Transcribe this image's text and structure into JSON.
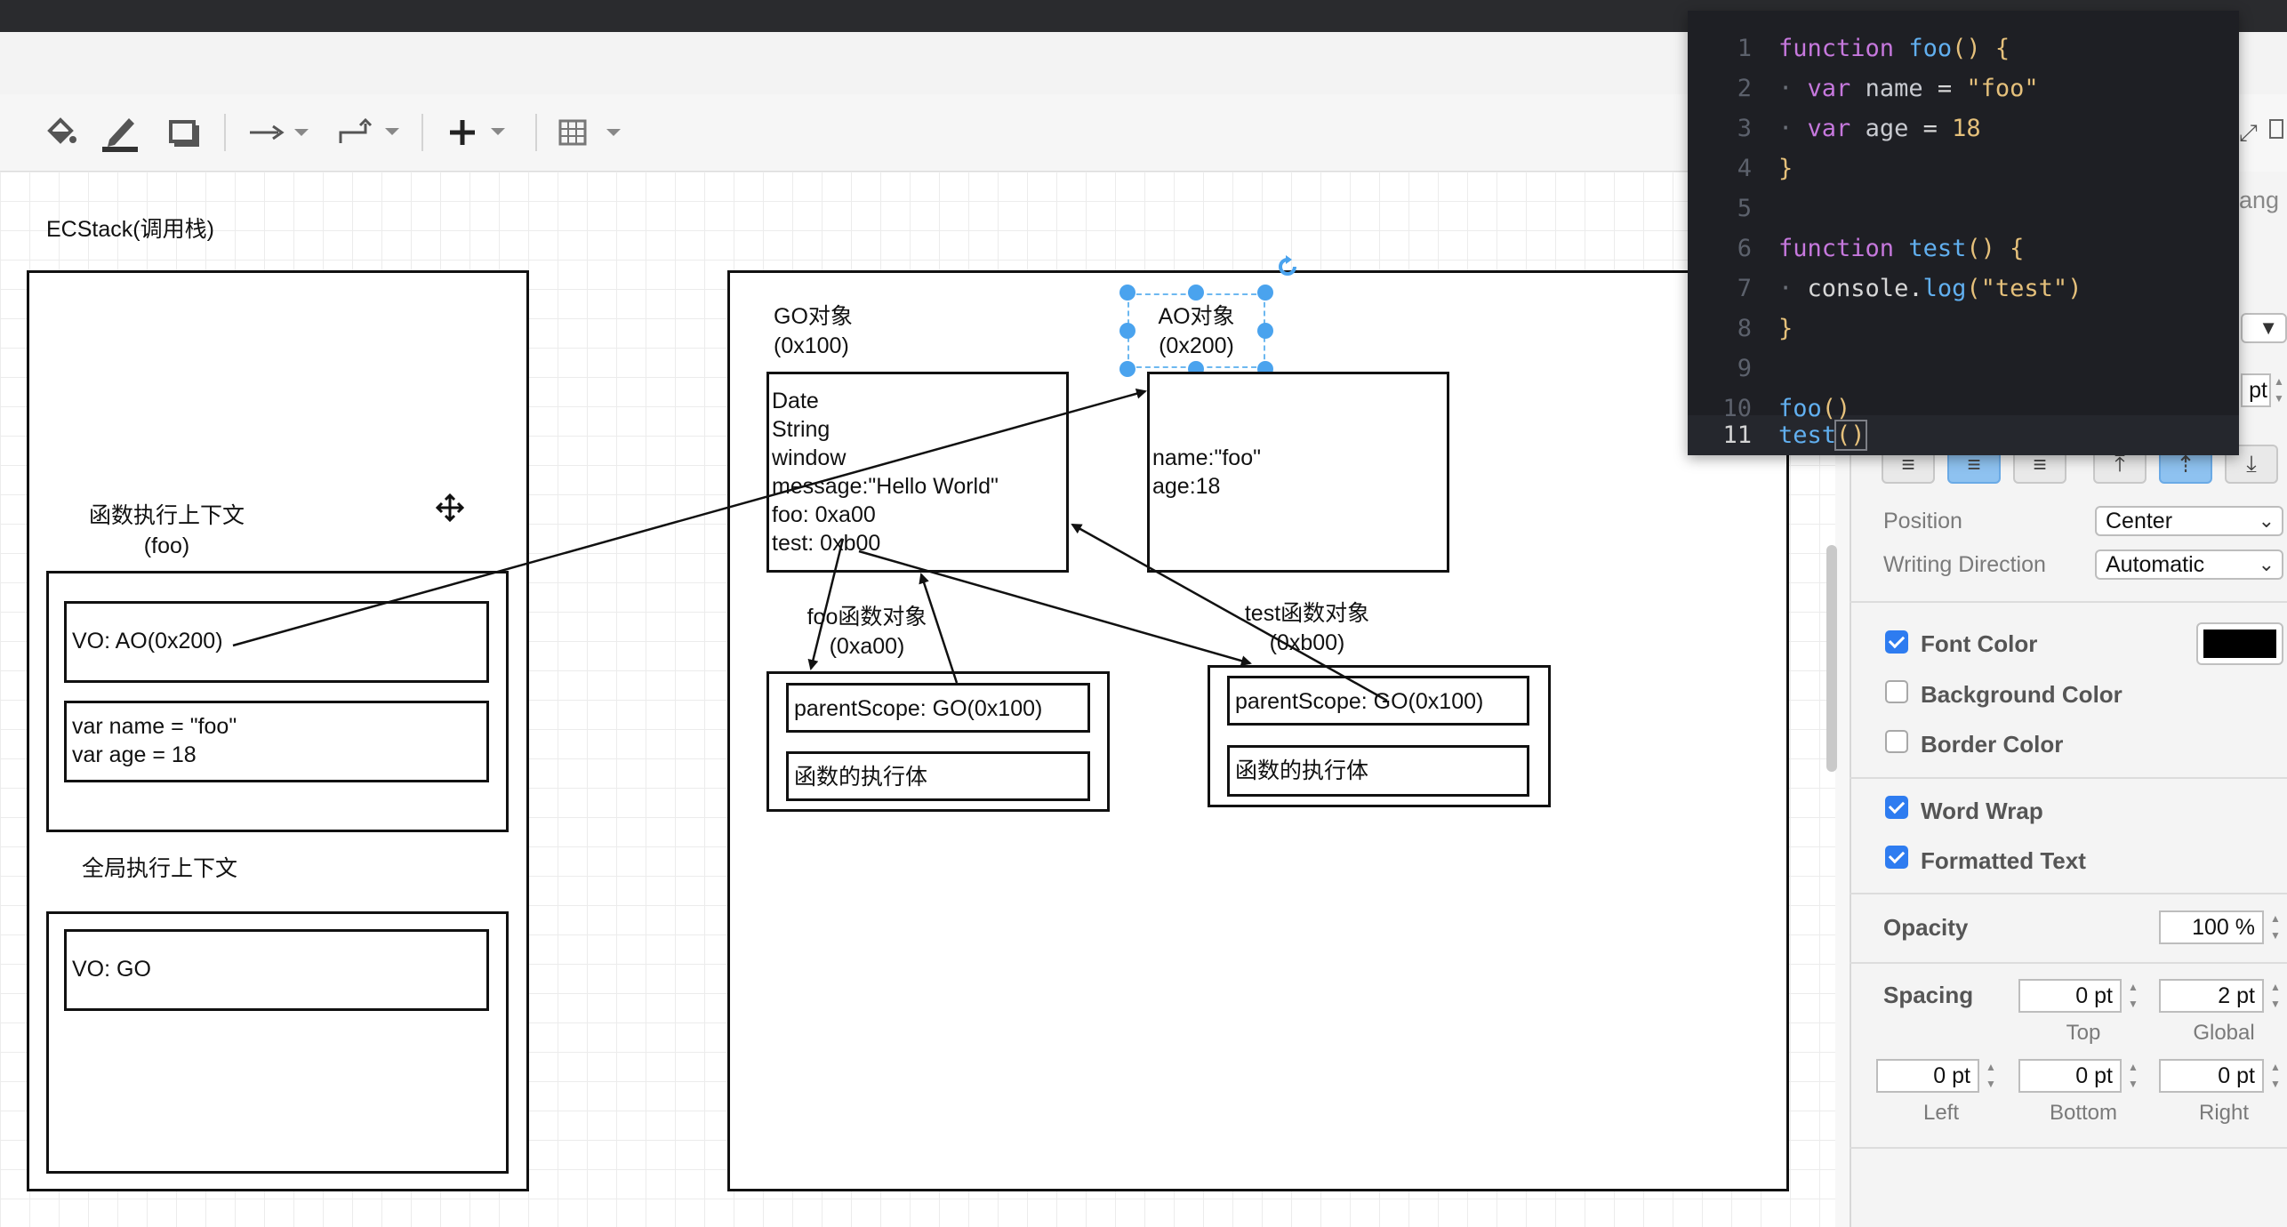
{
  "toolbar": {
    "icons": [
      "fill-color-icon",
      "line-color-icon",
      "shadow-icon",
      "connection-arrow-icon",
      "waypoints-icon",
      "insert-plus-icon",
      "table-icon"
    ]
  },
  "ecstack": {
    "title": "ECStack(调用栈)",
    "foo_ctx_label": "函数执行上下文\n(foo)",
    "foo_ctx_line1": "函数执行上下文",
    "foo_ctx_line2": "(foo)",
    "vo_ao": "VO: AO(0x200)",
    "var_name": "var name = \"foo\"",
    "var_age": "var age = 18",
    "global_ctx_label": "全局执行上下文",
    "vo_go": "VO: GO"
  },
  "heap": {
    "go_title_1": "GO对象",
    "go_title_2": "(0x100)",
    "go_items": [
      "Date",
      "String",
      "window",
      "message:\"Hello World\"",
      "foo: 0xa00",
      "test: 0xb00"
    ],
    "ao_title_1": "AO对象",
    "ao_title_2": "(0x200)",
    "ao_items": [
      "name:\"foo\"",
      "age:18"
    ],
    "foo_fn_title_1": "foo函数对象",
    "foo_fn_title_2": "(0xa00)",
    "foo_parent_scope": "parentScope: GO(0x100)",
    "foo_body": "函数的执行体",
    "test_fn_title_1": "test函数对象",
    "test_fn_title_2": "(0xb00)",
    "test_parent_scope": "parentScope: GO(0x100)",
    "test_body": "函数的执行体"
  },
  "code": {
    "lines": [
      {
        "n": "1",
        "t": "function foo() {"
      },
      {
        "n": "2",
        "t": "  var name = \"foo\""
      },
      {
        "n": "3",
        "t": "  var age = 18"
      },
      {
        "n": "4",
        "t": "}"
      },
      {
        "n": "5",
        "t": ""
      },
      {
        "n": "6",
        "t": "function test() {"
      },
      {
        "n": "7",
        "t": "  console.log(\"test\")"
      },
      {
        "n": "8",
        "t": "}"
      },
      {
        "n": "9",
        "t": ""
      },
      {
        "n": "10",
        "t": "foo()"
      },
      {
        "n": "11",
        "t": "test()"
      }
    ],
    "current_line": 11
  },
  "panel": {
    "partial_tab": "ang",
    "partial_unit": "pt",
    "position_label": "Position",
    "position_value": "Center",
    "writing_direction_label": "Writing Direction",
    "writing_direction_value": "Automatic",
    "font_color_label": "Font Color",
    "font_color_checked": true,
    "font_color_value": "#000000",
    "background_color_label": "Background Color",
    "background_color_checked": false,
    "border_color_label": "Border Color",
    "border_color_checked": false,
    "word_wrap_label": "Word Wrap",
    "word_wrap_checked": true,
    "formatted_text_label": "Formatted Text",
    "formatted_text_checked": true,
    "opacity_label": "Opacity",
    "opacity_value": "100 %",
    "spacing_label": "Spacing",
    "spacing_top": "0 pt",
    "spacing_global": "2 pt",
    "spacing_left": "0 pt",
    "spacing_bottom": "0 pt",
    "spacing_right": "0 pt",
    "cap_top": "Top",
    "cap_global": "Global",
    "cap_left": "Left",
    "cap_bottom": "Bottom",
    "cap_right": "Right"
  }
}
